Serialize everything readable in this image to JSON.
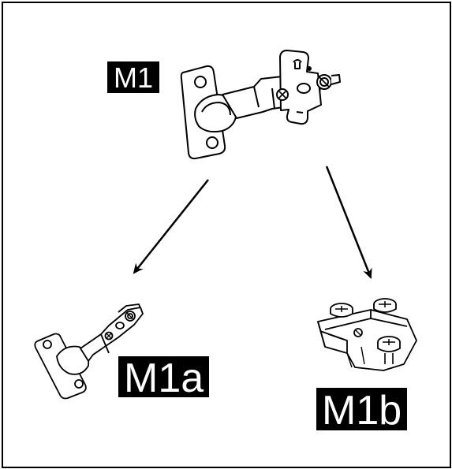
{
  "labels": {
    "m1": "M1",
    "m1a": "M1a",
    "m1b": "M1b"
  },
  "colors": {
    "ink": "#000000",
    "background": "#ffffff",
    "label_text": "#ffffff"
  },
  "icons": {
    "m1": "concealed-hinge-assembled-icon",
    "m1a": "hinge-arm-icon",
    "m1b": "mounting-plate-icon"
  }
}
